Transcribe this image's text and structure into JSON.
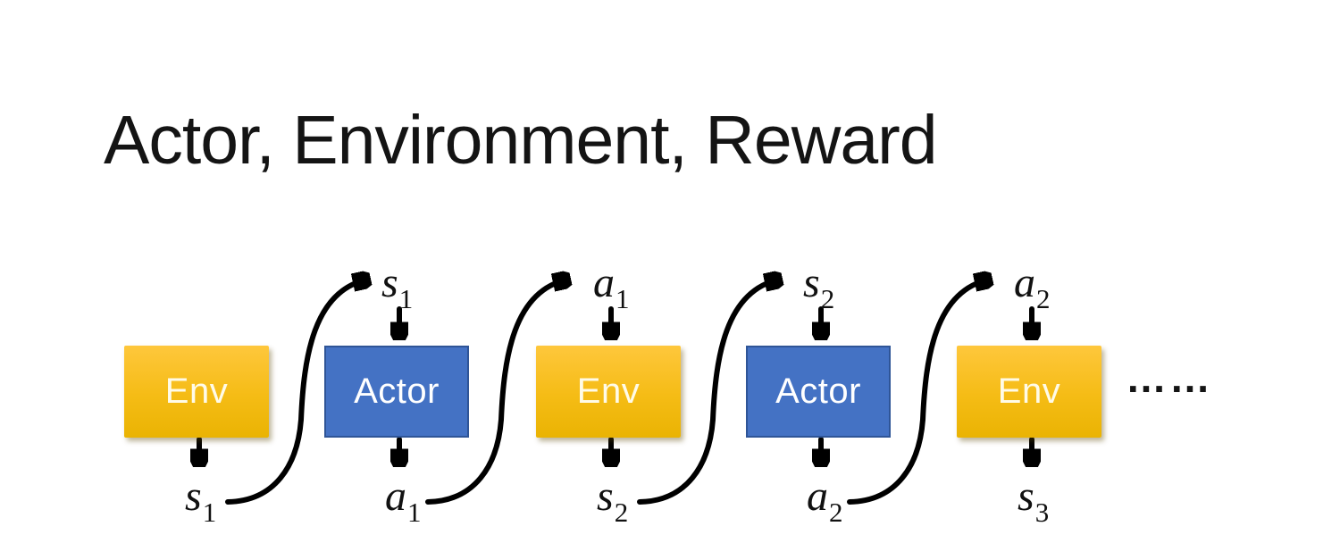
{
  "title": "Actor, Environment, Reward",
  "ellipsis": "……",
  "boxes": [
    {
      "label": "Env"
    },
    {
      "label": "Actor"
    },
    {
      "label": "Env"
    },
    {
      "label": "Actor"
    },
    {
      "label": "Env"
    }
  ],
  "top_labels": [
    {
      "base": "s",
      "sub": "1"
    },
    {
      "base": "a",
      "sub": "1"
    },
    {
      "base": "s",
      "sub": "2"
    },
    {
      "base": "a",
      "sub": "2"
    }
  ],
  "bottom_labels": [
    {
      "base": "s",
      "sub": "1"
    },
    {
      "base": "a",
      "sub": "1"
    },
    {
      "base": "s",
      "sub": "2"
    },
    {
      "base": "a",
      "sub": "2"
    },
    {
      "base": "s",
      "sub": "3"
    }
  ],
  "colors": {
    "env_top": "#FEC73C",
    "env_bottom": "#EAB303",
    "actor_fill": "#4472C4",
    "actor_border": "#2F5597",
    "arrow": "#000000"
  }
}
